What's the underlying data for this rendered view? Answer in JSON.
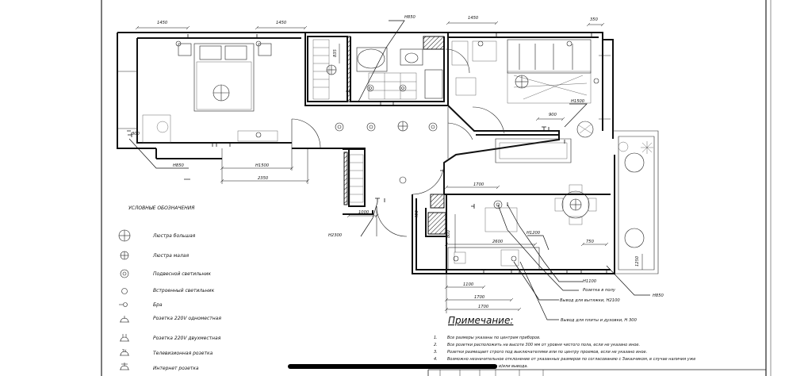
{
  "dimensions": {
    "top_1450_left": "1450",
    "top_1450_mid": "1450",
    "top_1450_right": "1450",
    "top_350": "350",
    "h850_top": "H850",
    "h850_bottom_left": "H850",
    "h1500_bedroom": "H1500",
    "w2350": "2350",
    "h1500_living": "H1500",
    "w900": "900",
    "w1000": "1000",
    "h2300": "H2300",
    "w1700_kitchen": "1700",
    "h1200": "H1200",
    "w2600": "2600",
    "w750": "750",
    "w1100": "1100",
    "w1700_a": "1700",
    "w1700_b": "1700",
    "h1100": "H1100",
    "h850_right": "H850",
    "v835": "835",
    "v400": "400",
    "v800": "800",
    "v1250": "1250",
    "v300": "300"
  },
  "callouts": {
    "socket_floor": "Розетка в полу",
    "hood_outlet": "Вывод для вытяжки, H2100",
    "stove_outlet": "Вывод для плиты и духовки, H 300"
  },
  "legend": {
    "title": "УСЛОВНЫЕ ОБОЗНАЧЕНИЯ",
    "items": [
      "Люстра большая",
      "Люстра малая",
      "Подвесной светильник",
      "Встроенный светильник",
      "Бра",
      "Розетка 220V одноместная",
      "Розетка 220V двухместная",
      "Телевизионная розетка",
      "Интернет розетка"
    ]
  },
  "notes": {
    "title": "Примечание:",
    "items": [
      {
        "num": "1.",
        "text": "Все размеры указаны по центрам приборов."
      },
      {
        "num": "2.",
        "text": "Все розетки расположить на высоте 300 мм от уровня чистого пола, если не указано иное."
      },
      {
        "num": "3.",
        "text": "Розетки размещает строго под выключателями или по центру проемов, если не указано иное."
      },
      {
        "num": "4.",
        "text": "Возможно незначительное отклонение от указанных размеров по согласованию с Заказчиком, в случае наличия уже"
      },
      {
        "num": "",
        "text": "установленных розеток и/или вывода."
      }
    ]
  },
  "colors": {
    "ink": "#111111",
    "border": "#222222",
    "background": "#ffffff"
  }
}
